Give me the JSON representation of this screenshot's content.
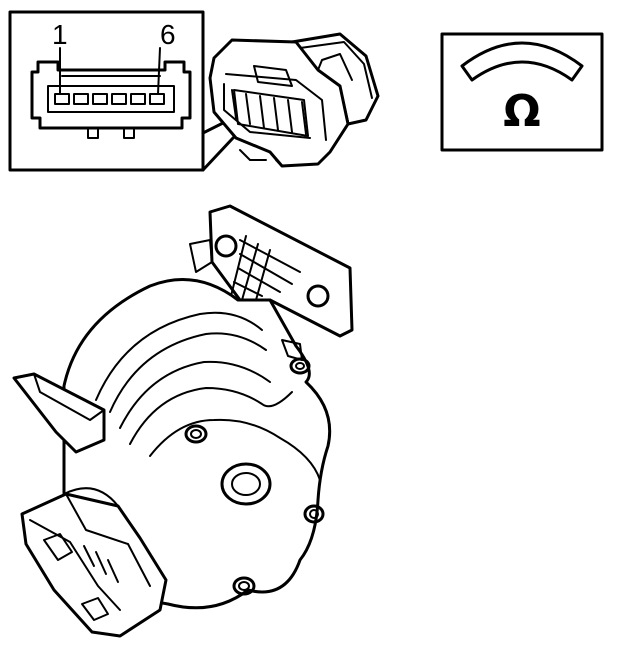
{
  "connector_inset": {
    "pin_first_label": "1",
    "pin_last_label": "6",
    "pin_count": 6
  },
  "meter_box": {
    "symbol": "Ω"
  },
  "icons": {
    "connector": "connector-plug-icon",
    "meter": "ohmmeter-icon",
    "component": "blower-motor-resistor-illustration"
  }
}
